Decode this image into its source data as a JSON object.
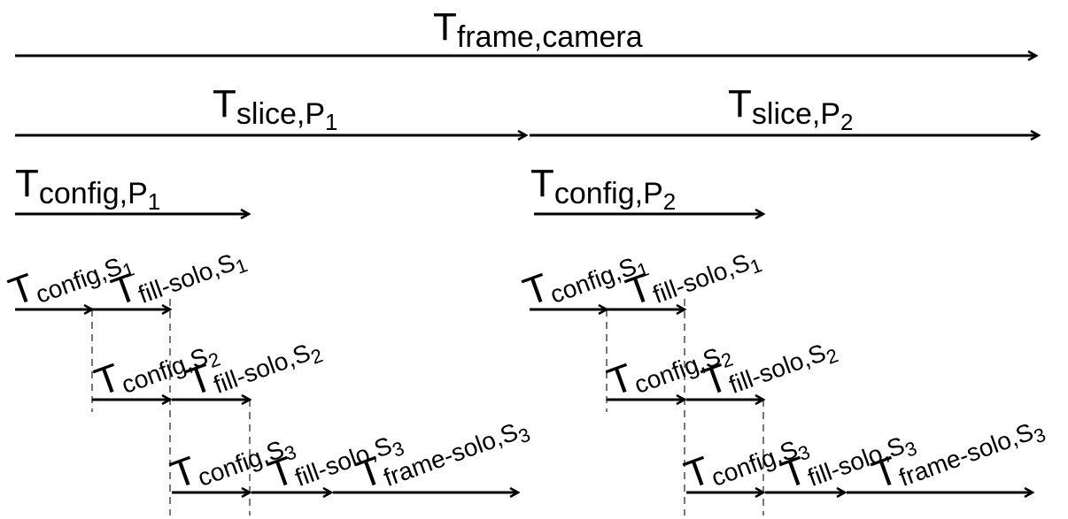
{
  "symbol": "T",
  "frame_camera": {
    "sub": "frame,camera"
  },
  "slice_p1": {
    "sub": "slice,P",
    "idx": "1"
  },
  "slice_p2": {
    "sub": "slice,P",
    "idx": "2"
  },
  "config_p1": {
    "sub": "config,P",
    "idx": "1"
  },
  "config_p2": {
    "sub": "config,P",
    "idx": "2"
  },
  "config_s1": {
    "sub": "config,S",
    "idx": "1"
  },
  "fill_s1": {
    "sub": "fill-solo,S",
    "idx": "1"
  },
  "config_s2": {
    "sub": "config,S",
    "idx": "2"
  },
  "fill_s2": {
    "sub": "fill-solo,S",
    "idx": "2"
  },
  "config_s3": {
    "sub": "config,S",
    "idx": "3"
  },
  "fill_s3": {
    "sub": "fill-solo,S",
    "idx": "3"
  },
  "frame_solo_s3": {
    "sub": "frame-solo,S",
    "idx": "3"
  }
}
